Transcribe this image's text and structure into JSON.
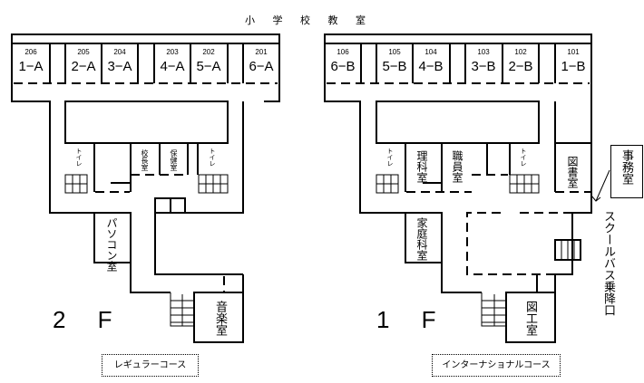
{
  "title": "小 学 校 教 室",
  "floor2": {
    "label": "2 F",
    "rooms": [
      {
        "number": "206",
        "name": "1−A"
      },
      {
        "number": "205",
        "name": "2−A"
      },
      {
        "number": "204",
        "name": "3−A"
      },
      {
        "number": "203",
        "name": "4−A"
      },
      {
        "number": "202",
        "name": "5−A"
      },
      {
        "number": "201",
        "name": "6−A"
      }
    ],
    "toilet": "トイレ",
    "principal": "校長室",
    "nurse": "保健室",
    "computer": "パソコン室",
    "music": "音楽室",
    "course": "レギュラーコース"
  },
  "floor1": {
    "label": "1 F",
    "rooms": [
      {
        "number": "106",
        "name": "6−B"
      },
      {
        "number": "105",
        "name": "5−B"
      },
      {
        "number": "104",
        "name": "4−B"
      },
      {
        "number": "103",
        "name": "3−B"
      },
      {
        "number": "102",
        "name": "2−B"
      },
      {
        "number": "101",
        "name": "1−B"
      }
    ],
    "toilet": "トイレ",
    "science": "理科室",
    "staff": "職員室",
    "library": "図書室",
    "home_ec": "家庭科室",
    "art": "図工室",
    "office": "事務室",
    "bus": "スクールバス乗降口",
    "course": "インターナショナルコース"
  }
}
